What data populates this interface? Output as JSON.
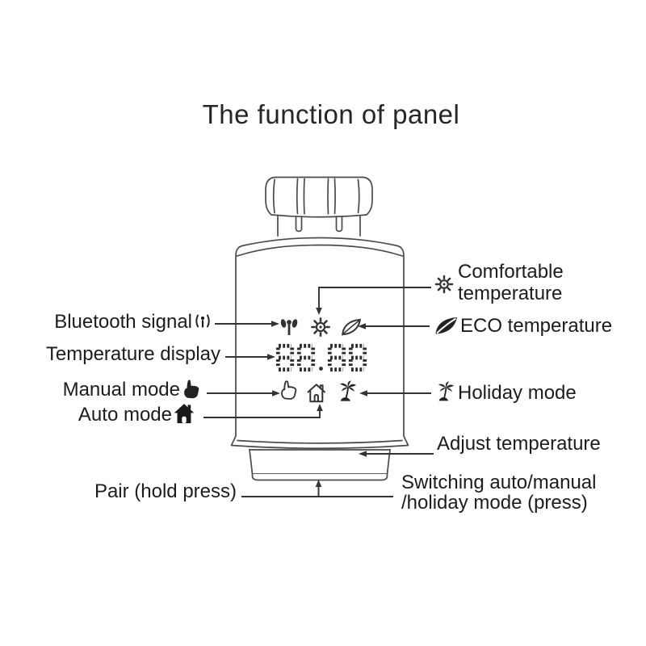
{
  "title": "The function of panel",
  "device": {
    "display_value": "88.88",
    "display_icons_top": [
      "bluetooth-antenna-icon",
      "sun-icon",
      "leaf-icon"
    ],
    "display_icons_bottom": [
      "hand-icon",
      "house-icon",
      "palm-tree-icon"
    ]
  },
  "labels": {
    "bluetooth": "Bluetooth signal",
    "temperature_display": "Temperature display",
    "manual_mode": "Manual mode",
    "auto_mode": "Auto mode",
    "pair": "Pair (hold press)",
    "comfortable_l1": "Comfortable",
    "comfortable_l2": "temperature",
    "eco": "ECO temperature",
    "holiday": "Holiday mode",
    "adjust": "Adjust temperature",
    "switching_l1": "Switching auto/manual",
    "switching_l2": "/holiday mode (press)"
  },
  "icons": {
    "bluetooth_label": "bluetooth-antenna-icon",
    "manual_label": "hand-icon",
    "auto_label": "house-icon",
    "comfortable_label": "sun-icon",
    "eco_label": "leaf-icon",
    "holiday_label": "palm-tree-icon"
  },
  "colors": {
    "background": "#ffffff",
    "text": "#1c1c1c",
    "line_art": "#4a4a4a",
    "leader_line": "#333333",
    "display_ink": "#2d2d2d"
  }
}
